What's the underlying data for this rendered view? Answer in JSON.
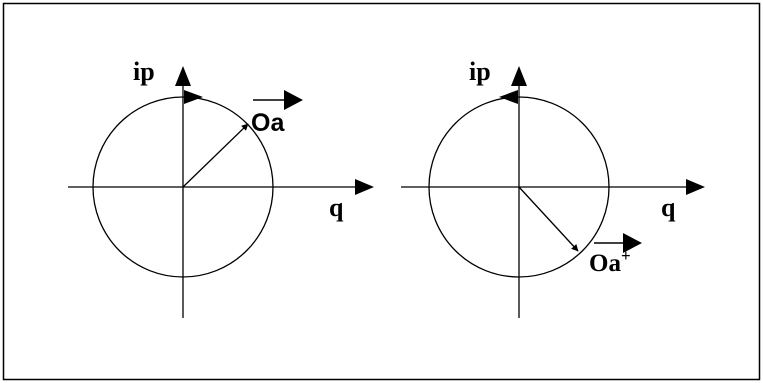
{
  "left_diagram": {
    "vertical_axis_label": "ip",
    "horizontal_axis_label": "q",
    "vector_label": "Oa",
    "vector_label_superscript": ""
  },
  "right_diagram": {
    "vertical_axis_label": "ip",
    "horizontal_axis_label": "q",
    "vector_label": "Oa",
    "vector_label_superscript": "+"
  },
  "colors": {
    "stroke": "#000000",
    "background": "#ffffff"
  }
}
